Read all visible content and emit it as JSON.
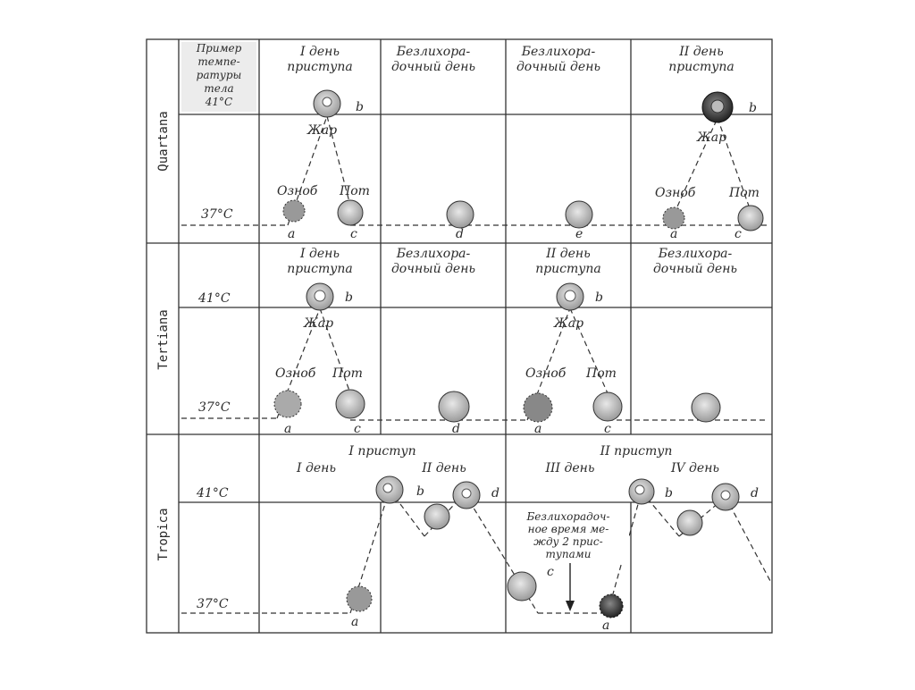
{
  "colors": {
    "ink": "#2a2a2a",
    "paper": "#ffffff",
    "cell": "#cfcfcf"
  },
  "legend": {
    "line1": "Пример",
    "line2": "темпе-",
    "line3": "ратуры",
    "line4": "тела",
    "line5": "41°С"
  },
  "rows": {
    "quartana": "Quartana",
    "tertiana": "Tertiana",
    "tropica": "Tropica"
  },
  "quartana": {
    "col1_l1": "I день",
    "col1_l2": "приступа",
    "col2_l1": "Безлихора-",
    "col2_l2": "дочный день",
    "col3_l1": "Безлихора-",
    "col3_l2": "дочный день",
    "col4_l1": "II день",
    "col4_l2": "приступа",
    "t37": "37°С",
    "heat": "Жар",
    "chill": "Озноб",
    "sweat": "Пот",
    "heat2": "Жар",
    "chill2": "Озноб",
    "sweat2": "Пот",
    "lb": "b",
    "la": "a",
    "lc": "c",
    "ld": "d",
    "le": "e",
    "lb2": "b",
    "la2": "a",
    "lc2": "c"
  },
  "tertiana": {
    "col1_l1": "I день",
    "col1_l2": "приступа",
    "col2_l1": "Безлихора-",
    "col2_l2": "дочный день",
    "col3_l1": "II день",
    "col3_l2": "приступа",
    "col4_l1": "Безлихора-",
    "col4_l2": "дочный день",
    "t41": "41°С",
    "t37": "37°С",
    "heat": "Жар",
    "chill": "Озноб",
    "sweat": "Пот",
    "heat2": "Жар",
    "chill2": "Озноб",
    "sweat2": "Пот",
    "lb": "b",
    "la": "a",
    "lc": "c",
    "ld": "d",
    "lb2": "b",
    "la2": "a",
    "lc2": "c"
  },
  "tropica": {
    "attack1": "I приступ",
    "attack2": "II приступ",
    "day1": "I день",
    "day2": "II день",
    "day3": "III день",
    "day4": "IV день",
    "t41": "41°С",
    "t37": "37°С",
    "note1": "Безлихорадоч-",
    "note2": "ное время ме-",
    "note3": "жду 2 прис-",
    "note4": "тупами",
    "lb": "b",
    "ld": "d",
    "lc": "c",
    "la": "a",
    "la2": "a",
    "lb2": "b",
    "ld2": "d"
  }
}
